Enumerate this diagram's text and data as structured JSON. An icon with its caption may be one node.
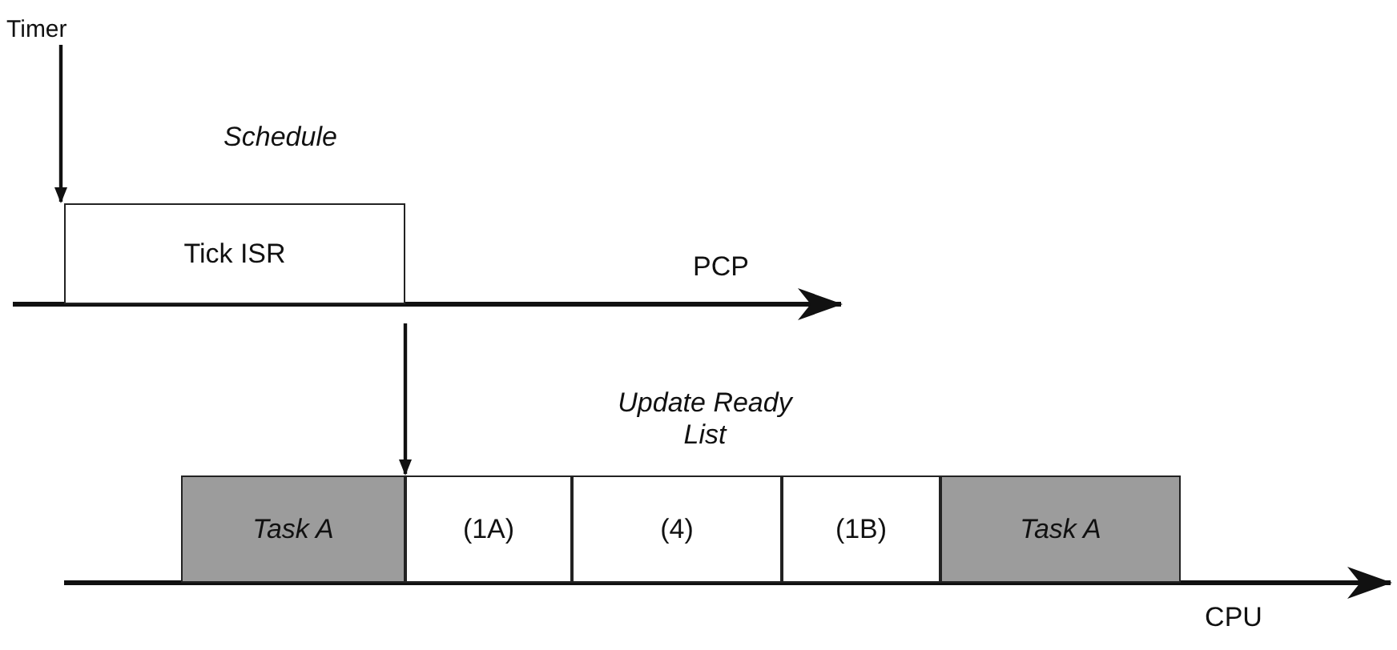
{
  "diagram": {
    "nodes": [
      {
        "text": [
          "Timer"
        ]
      },
      {
        "text": [
          "Tick ISR"
        ]
      },
      {
        "text": [
          "Task A"
        ]
      },
      {
        "text": [
          "(1A)"
        ]
      },
      {
        "text": [
          "(4)"
        ]
      },
      {
        "text": [
          "(1B)"
        ]
      },
      {
        "text": [
          "Task A"
        ]
      }
    ],
    "edges": [
      {
        "from": 0,
        "to": 1,
        "arrow": "to"
      },
      {
        "from": 1,
        "to": 3,
        "arrow": "to"
      }
    ],
    "labels": [
      "Schedule",
      "PCP",
      "Update Ready List",
      "CPU"
    ]
  }
}
